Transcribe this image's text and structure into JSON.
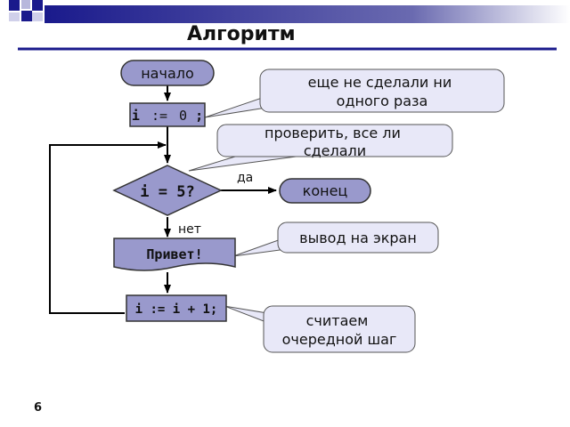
{
  "slide": {
    "title": "Алгоритм",
    "number": "6"
  },
  "flowchart": {
    "start": "начало",
    "init": {
      "var": "i",
      "op": ":=",
      "val": "0",
      "end": ";"
    },
    "condition": "i = 5?",
    "yes_label": "да",
    "no_label": "нет",
    "end": "конец",
    "output": "Привет!",
    "increment": "i := i + 1;"
  },
  "callouts": {
    "not_done": [
      "еще не сделали ни",
      "одного раза"
    ],
    "check": [
      "проверить, все ли",
      "сделали"
    ],
    "output": [
      "вывод на экран"
    ],
    "step": [
      "считаем",
      "очередной шаг"
    ]
  },
  "colors": {
    "shape_fill": "#9999cc",
    "callout_fill": "#e8e8f8",
    "title_bar": "#1a1a8c",
    "line": "#000000"
  }
}
